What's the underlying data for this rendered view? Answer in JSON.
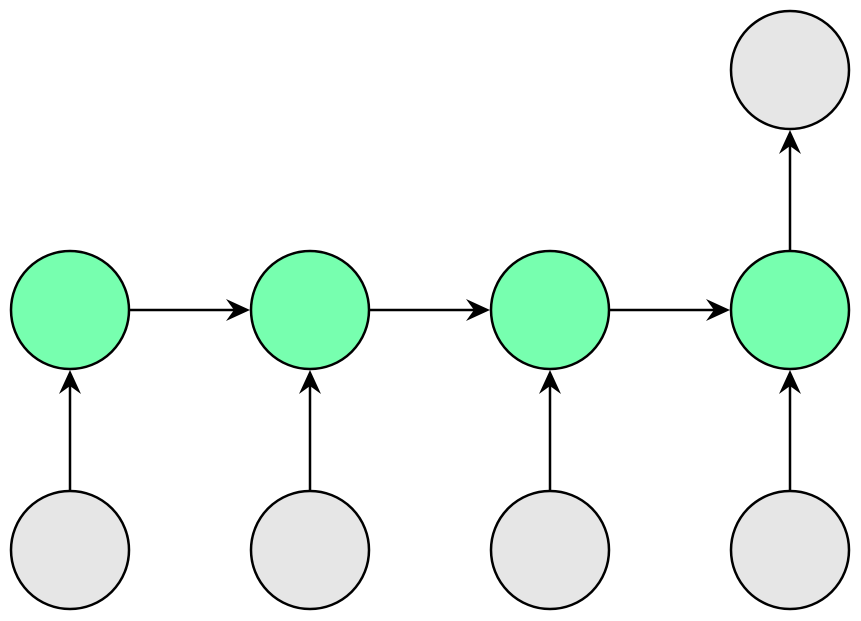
{
  "colors": {
    "hidden_fill": "#77ffaf",
    "io_fill": "#e6e6e6",
    "stroke": "#000000"
  },
  "diagram": {
    "type": "unrolled-recurrent-chain",
    "steps": 4,
    "nodes": [
      {
        "id": "x1",
        "role": "input"
      },
      {
        "id": "x2",
        "role": "input"
      },
      {
        "id": "x3",
        "role": "input"
      },
      {
        "id": "x4",
        "role": "input"
      },
      {
        "id": "h1",
        "role": "hidden"
      },
      {
        "id": "h2",
        "role": "hidden"
      },
      {
        "id": "h3",
        "role": "hidden"
      },
      {
        "id": "h4",
        "role": "hidden"
      },
      {
        "id": "y4",
        "role": "output"
      }
    ],
    "edges": [
      {
        "from": "x1",
        "to": "h1"
      },
      {
        "from": "x2",
        "to": "h2"
      },
      {
        "from": "x3",
        "to": "h3"
      },
      {
        "from": "x4",
        "to": "h4"
      },
      {
        "from": "h1",
        "to": "h2"
      },
      {
        "from": "h2",
        "to": "h3"
      },
      {
        "from": "h3",
        "to": "h4"
      },
      {
        "from": "h4",
        "to": "y4"
      }
    ]
  }
}
